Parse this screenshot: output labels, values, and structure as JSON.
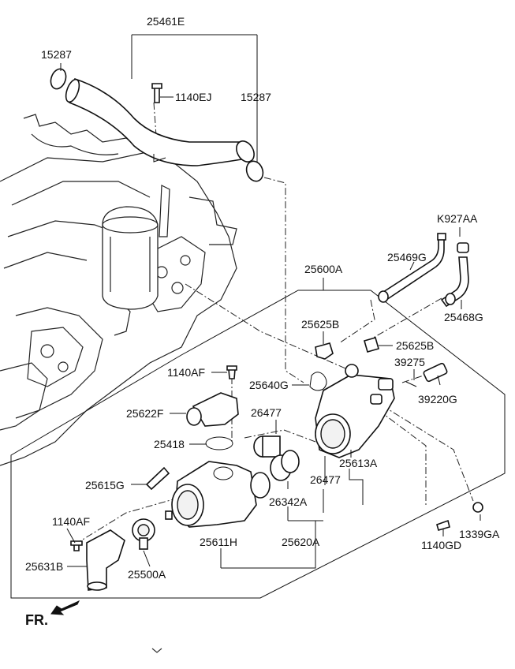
{
  "labels": {
    "l25461E": "25461E",
    "l15287a": "15287",
    "l15287b": "15287",
    "l1140EJ": "1140EJ",
    "lK927AA": "K927AA",
    "l25469G": "25469G",
    "l25600A": "25600A",
    "l25468G": "25468G",
    "l25625Ba": "25625B",
    "l25625Bb": "25625B",
    "l1140AFa": "1140AF",
    "l39275": "39275",
    "l25640G": "25640G",
    "l39220G": "39220G",
    "l26477a": "26477",
    "l25622F": "25622F",
    "l25418": "25418",
    "l25613A": "25613A",
    "l26477b": "26477",
    "l25615G": "25615G",
    "l26342A": "26342A",
    "l1140AFb": "1140AF",
    "l1339GA": "1339GA",
    "l25611H": "25611H",
    "l25620A": "25620A",
    "l1140GD": "1140GD",
    "l25631B": "25631B",
    "l25500A": "25500A",
    "lFR": "FR."
  },
  "icons": {
    "front_arrow": "front-direction-arrow-icon",
    "scroll": "chevron-down-icon"
  }
}
